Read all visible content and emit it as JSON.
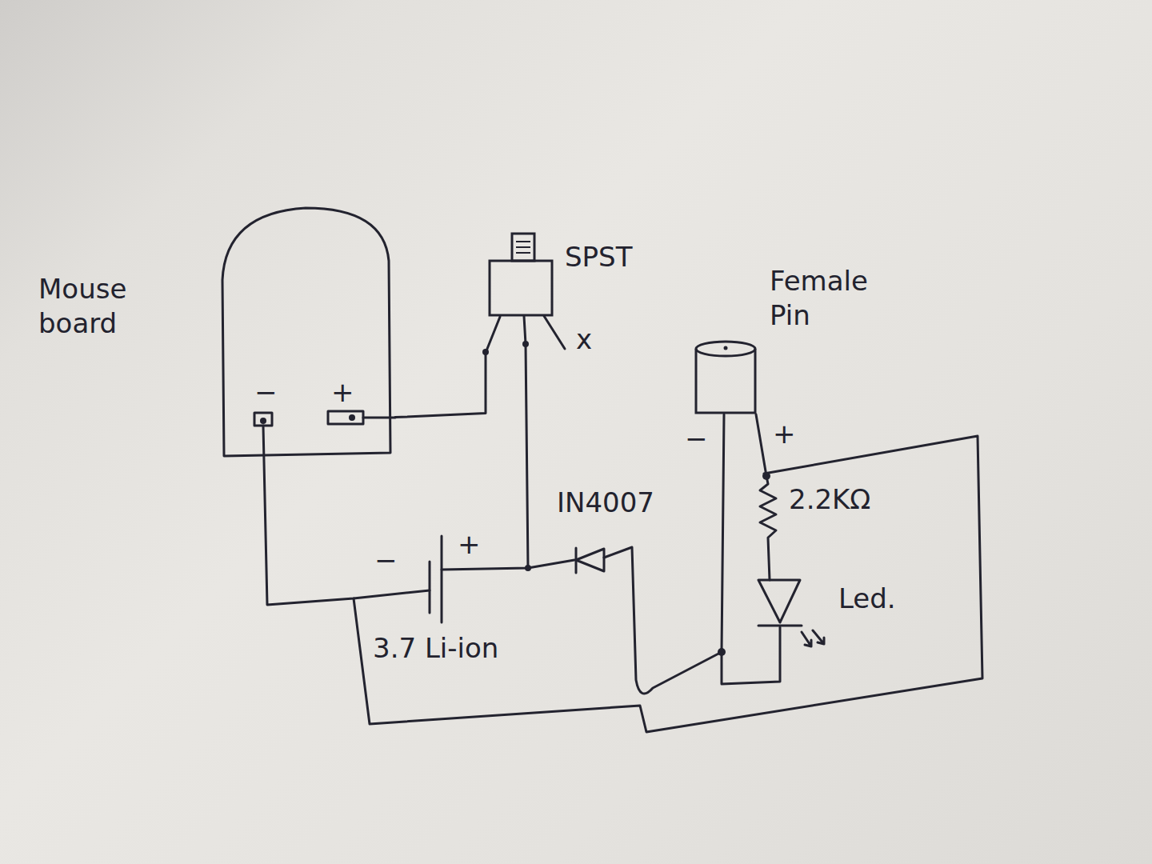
{
  "diagram": {
    "nodes": [
      {
        "text": [
          "Mouse board"
        ]
      },
      {
        "text": [
          "SPST"
        ]
      },
      {
        "text": [
          "Female Pin"
        ]
      }
    ],
    "edges": [
      {
        "from": 0,
        "to": 1,
        "arrow": "none"
      }
    ],
    "labels": [
      "−",
      "+",
      "x",
      "IN4007",
      "−",
      "+",
      "3.7 Li-ion",
      "−",
      "+",
      "2.2KΩ",
      "Led."
    ]
  }
}
